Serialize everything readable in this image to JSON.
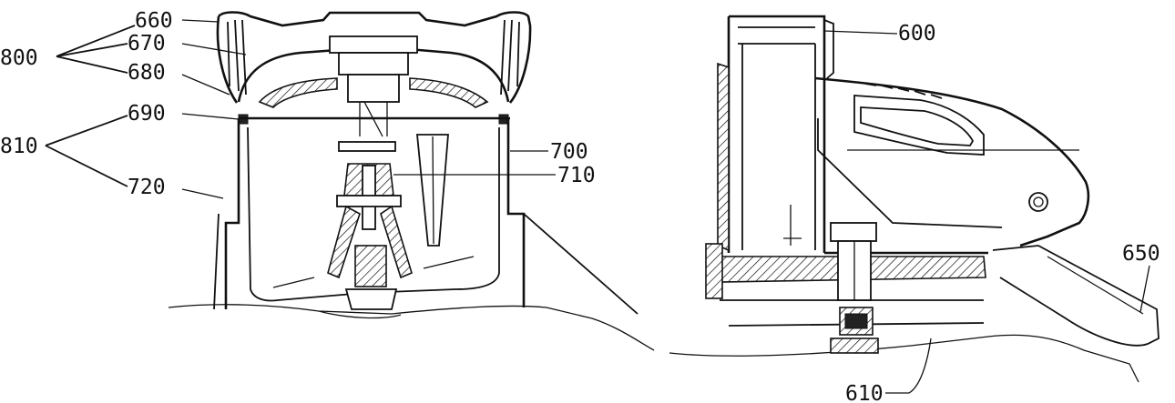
{
  "colors": {
    "ink": "#111111",
    "paper": "#ffffff"
  },
  "labels": {
    "l660": "660",
    "l670": "670",
    "l680": "680",
    "l690": "690",
    "l700": "700",
    "l710": "710",
    "l720": "720",
    "l800": "800",
    "l810": "810",
    "l600": "600",
    "l610": "610",
    "l650": "650"
  }
}
